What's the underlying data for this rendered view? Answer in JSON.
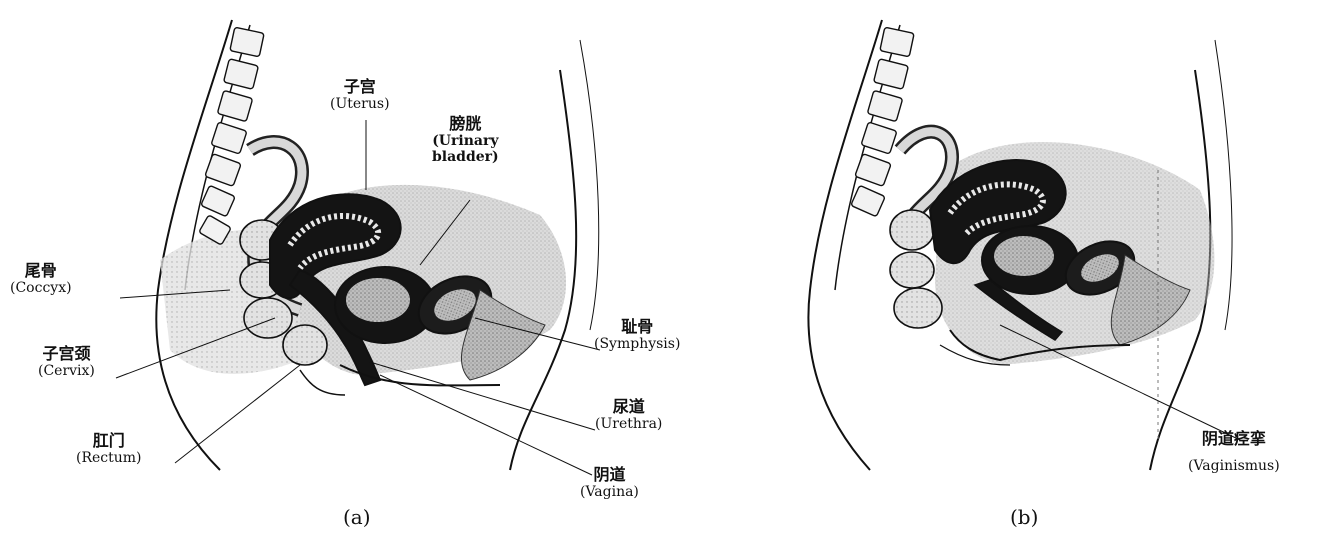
{
  "figure_a": {
    "caption": "(a)",
    "labels": {
      "uterus": {
        "zh": "子宫",
        "en": "(Uterus)"
      },
      "bladder": {
        "zh": "膀胱",
        "en1": "(Urinary",
        "en2": "bladder)"
      },
      "coccyx": {
        "zh": "尾骨",
        "en": "(Coccyx)"
      },
      "cervix": {
        "zh": "子宫颈",
        "en": "(Cervix)"
      },
      "rectum": {
        "zh": "肛门",
        "en": "(Rectum)"
      },
      "symphysis": {
        "zh": "耻骨",
        "en": "(Symphysis)"
      },
      "urethra": {
        "zh": "尿道",
        "en": "(Urethra)"
      },
      "vagina": {
        "zh": "阴道",
        "en": "(Vagina)"
      }
    }
  },
  "figure_b": {
    "caption": "(b)",
    "labels": {
      "vaginismus": {
        "zh": "阴道痉挛",
        "en": "(Vaginismus)"
      }
    }
  },
  "colors": {
    "ink": "#111111",
    "shade": "#9a9a9a",
    "light_shade": "#c8c8c8",
    "dark_organ": "#141414"
  }
}
